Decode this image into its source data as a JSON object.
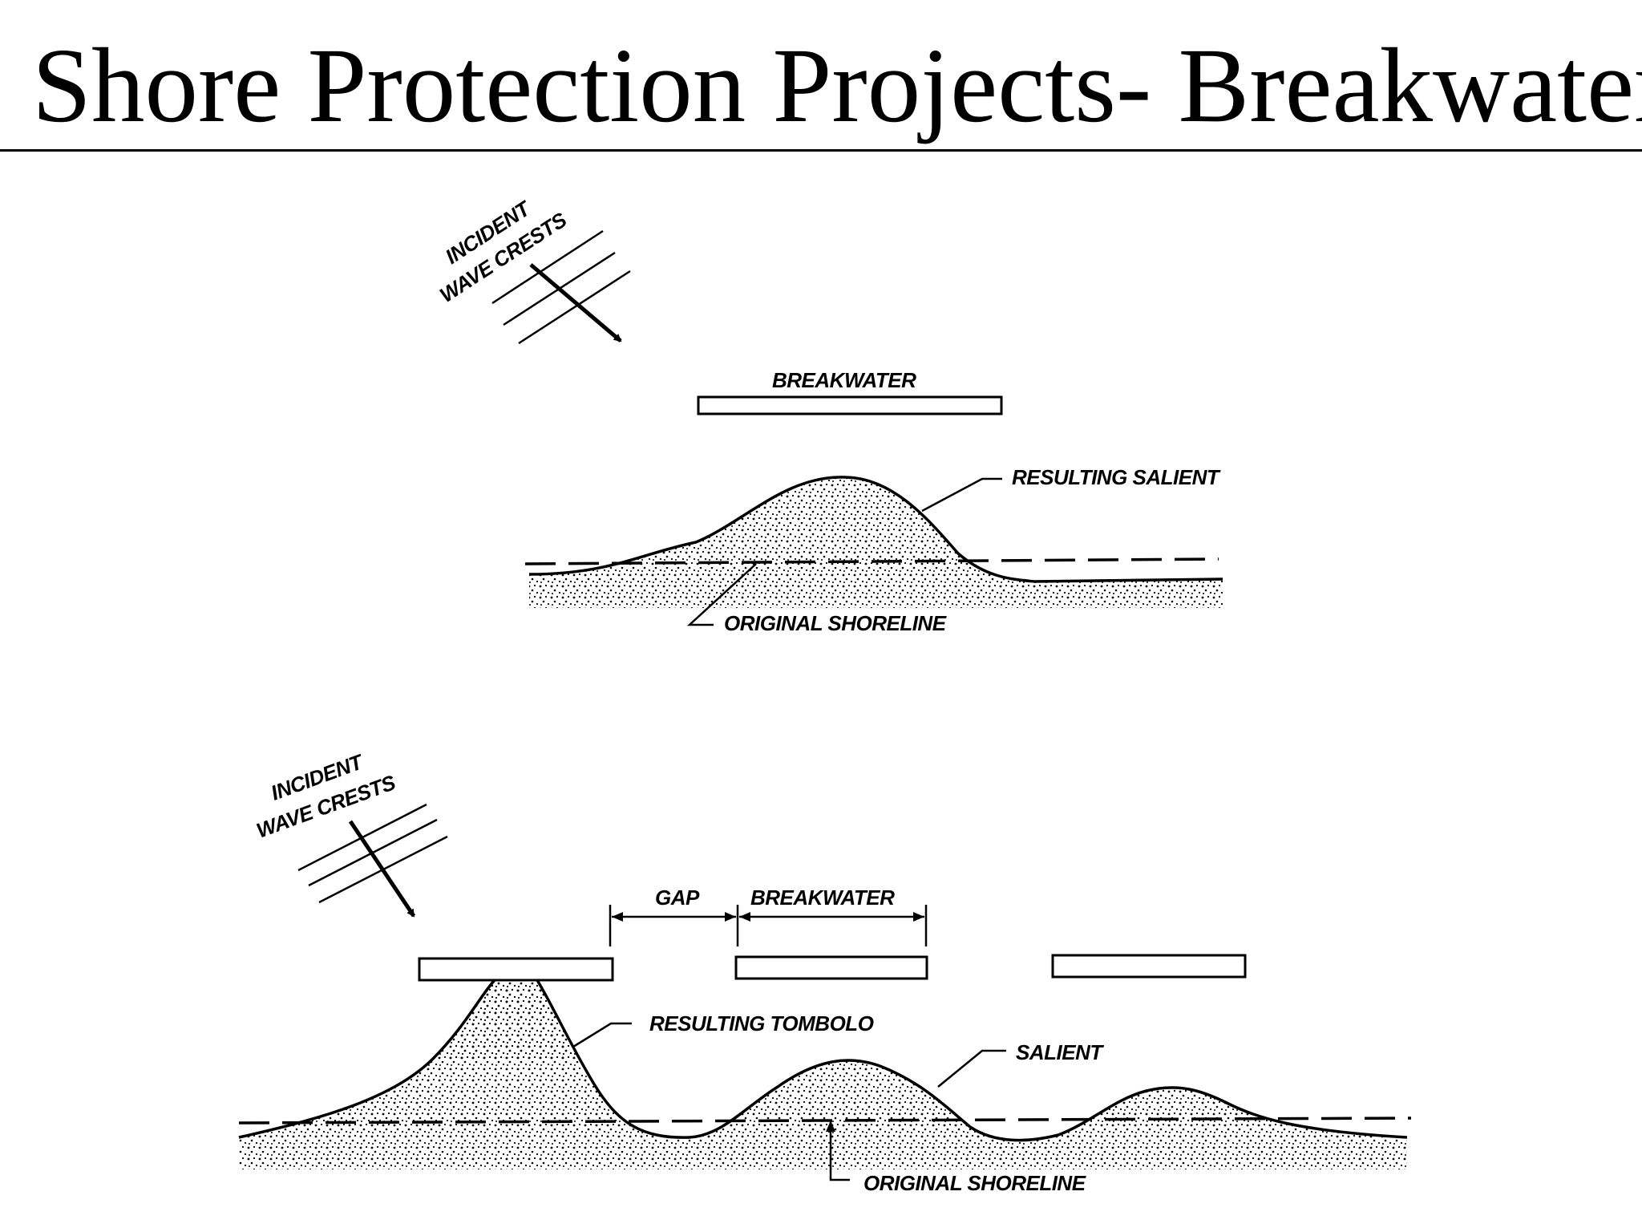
{
  "title": "Shore Protection Projects- Breakwaters",
  "colors": {
    "ink": "#000000",
    "background": "#ffffff"
  },
  "diagram_top": {
    "incident_line1": "INCIDENT",
    "incident_line2": "WAVE CRESTS",
    "breakwater_label": "BREAKWATER",
    "salient_label": "RESULTING SALIENT",
    "shoreline_label": "ORIGINAL SHORELINE"
  },
  "diagram_bottom": {
    "incident_line1": "INCIDENT",
    "incident_line2": "WAVE CRESTS",
    "gap_label": "GAP",
    "breakwater_label": "BREAKWATER",
    "tombolo_label": "RESULTING TOMBOLO",
    "salient_label": "SALIENT",
    "shoreline_label": "ORIGINAL SHORELINE"
  }
}
